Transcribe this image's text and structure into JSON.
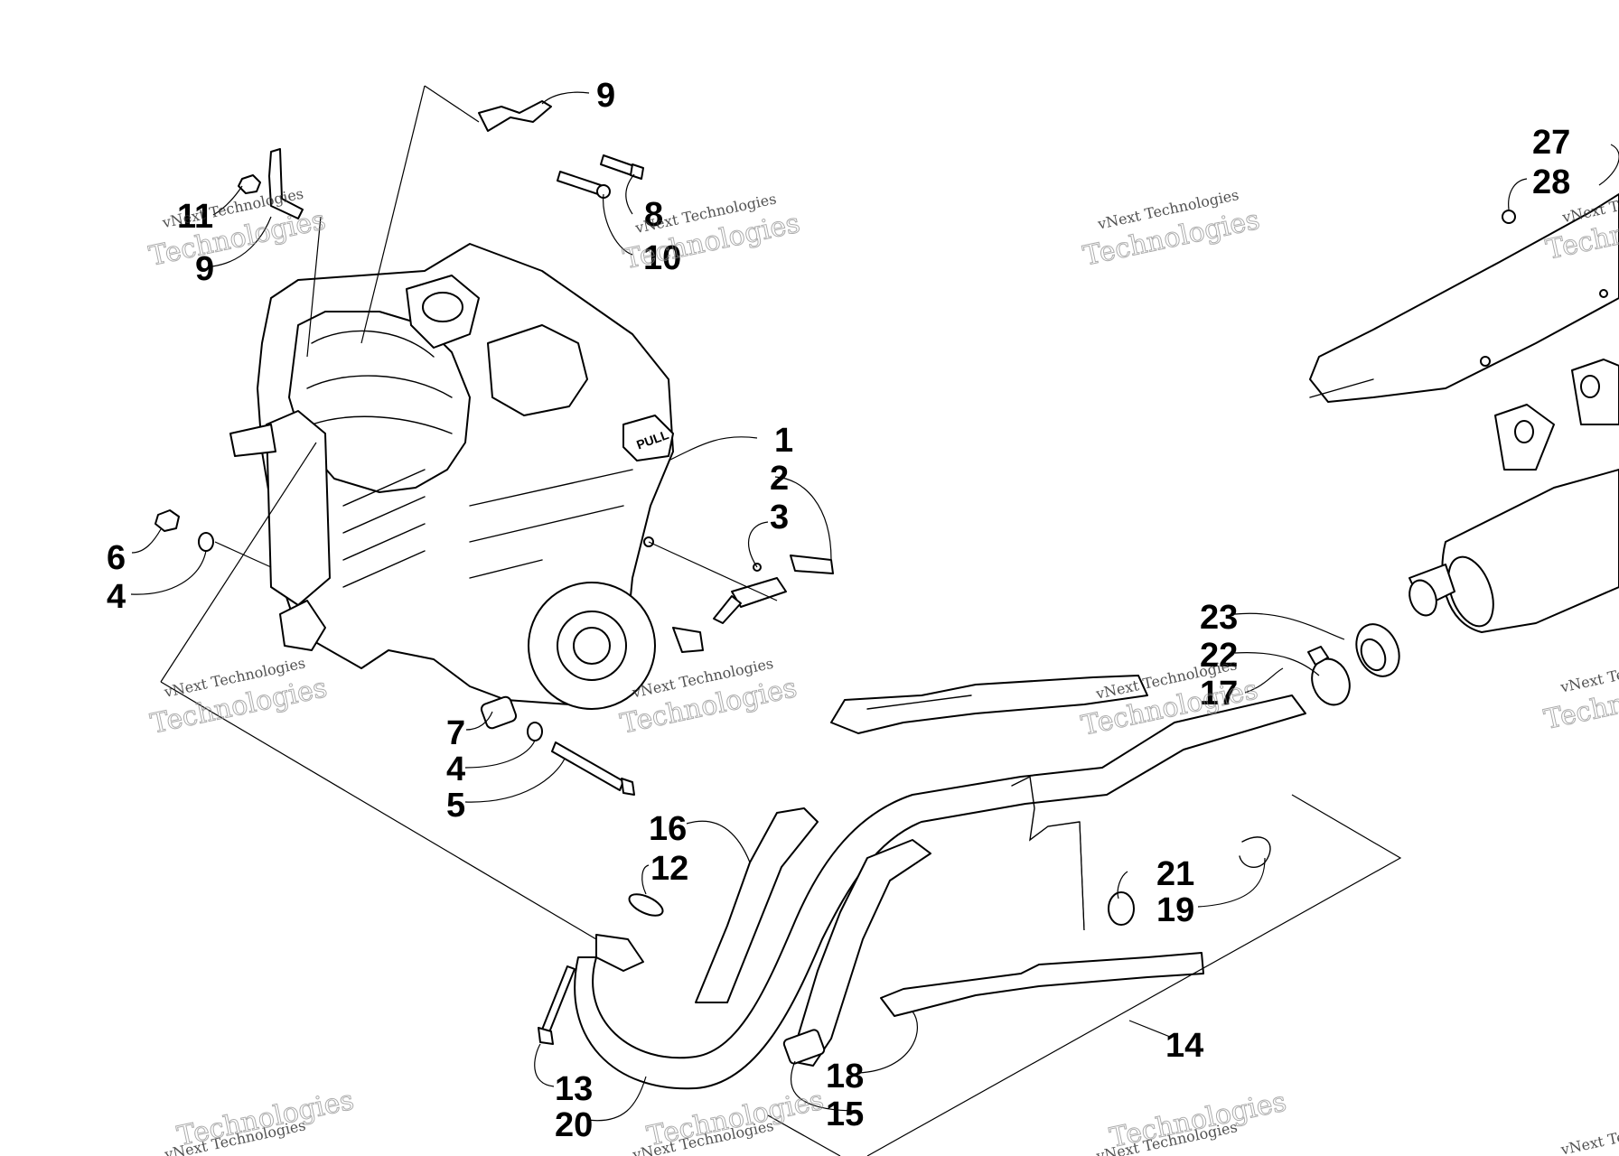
{
  "diagram": {
    "callouts": [
      "1",
      "2",
      "3",
      "4",
      "4",
      "5",
      "6",
      "7",
      "8",
      "9",
      "9",
      "10",
      "11",
      "12",
      "13",
      "14",
      "15",
      "16",
      "17",
      "18",
      "19",
      "20",
      "21",
      "22",
      "23",
      "27",
      "28"
    ],
    "watermark": {
      "line1": "vNext Technologies",
      "line2": "Technologies"
    },
    "engine_label": "PULL"
  }
}
